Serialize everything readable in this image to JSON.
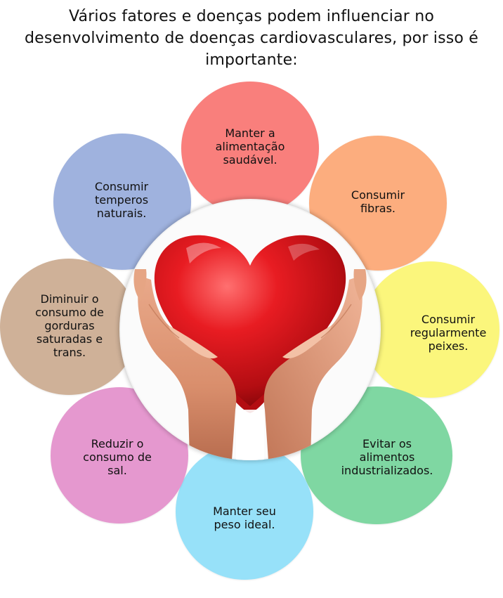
{
  "title_lines": [
    "Vários fatores e doenças podem influenciar no",
    "desenvolvimento de doenças cardiovasculares, por isso é",
    "importante:"
  ],
  "petals": [
    {
      "lines": [
        "Manter a",
        "alimentação",
        "saudável."
      ],
      "color": "#f97f7c"
    },
    {
      "lines": [
        "Consumir",
        "fibras."
      ],
      "color": "#fcad7e"
    },
    {
      "lines": [
        "Consumir",
        "regularmente",
        "peixes."
      ],
      "color": "#fbf67c"
    },
    {
      "lines": [
        "Evitar os",
        "alimentos",
        "industrializados."
      ],
      "color": "#7fd7a2"
    },
    {
      "lines": [
        "Manter seu",
        "peso ideal."
      ],
      "color": "#97e1f9"
    },
    {
      "lines": [
        "Reduzir o",
        "consumo de",
        "sal."
      ],
      "color": "#e598cf"
    },
    {
      "lines": [
        "Diminuir o",
        "consumo de",
        "gorduras",
        "saturadas e",
        "trans."
      ],
      "color": "#cfb198"
    },
    {
      "lines": [
        "Consumir",
        "temperos",
        "naturais."
      ],
      "color": "#9fb2de"
    }
  ],
  "center_image": {
    "icon": "heart-in-hands-icon"
  }
}
